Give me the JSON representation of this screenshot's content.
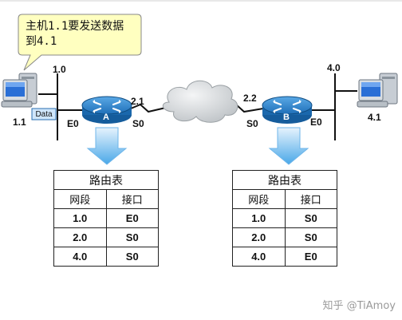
{
  "callout": {
    "text": "主机1.1要发送数据\n到4.1"
  },
  "labels": {
    "net_left": "1.0",
    "host_left": "1.1",
    "data_tag": "Data",
    "e0_left": "E0",
    "s0_left": "S0",
    "net_mid_left": "2.1",
    "net_mid_right": "2.2",
    "s0_right": "S0",
    "e0_right": "E0",
    "net_right": "4.0",
    "host_right": "4.1",
    "router_a": "A",
    "router_b": "B"
  },
  "table_a": {
    "title": "路由表",
    "headers": [
      "网段",
      "接口"
    ],
    "rows": [
      [
        "1.0",
        "E0"
      ],
      [
        "2.0",
        "S0"
      ],
      [
        "4.0",
        "S0"
      ]
    ]
  },
  "table_b": {
    "title": "路由表",
    "headers": [
      "网段",
      "接口"
    ],
    "rows": [
      [
        "1.0",
        "S0"
      ],
      [
        "2.0",
        "S0"
      ],
      [
        "4.0",
        "E0"
      ]
    ]
  },
  "watermark": "知乎 @TiAmoy",
  "colors": {
    "callout_fill": "#ffffc0",
    "router_blue": "#1f7bc8",
    "arrow_blue": "#4aa8e8",
    "cloud_gray": "#cfd3d6"
  }
}
